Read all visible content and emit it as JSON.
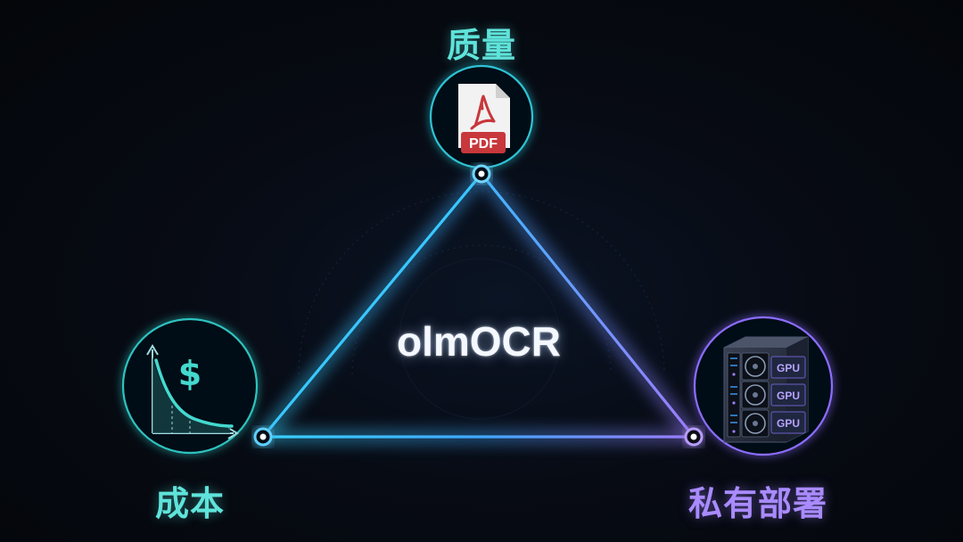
{
  "center": {
    "title": "olmOCR"
  },
  "nodes": {
    "top": {
      "label": "质量",
      "icon": "pdf-file-icon",
      "icon_text": "PDF"
    },
    "left": {
      "label": "成本",
      "icon": "cost-curve-dollar-icon",
      "icon_text": "$"
    },
    "right": {
      "label": "私有部署",
      "icon": "gpu-server-icon",
      "icon_text": [
        "GPU",
        "GPU",
        "GPU"
      ]
    }
  },
  "colors": {
    "teal": "#5fe3da",
    "blue": "#3fb6ff",
    "purple": "#a98bff",
    "pdf_red": "#c8373b",
    "background": "#05070c"
  }
}
